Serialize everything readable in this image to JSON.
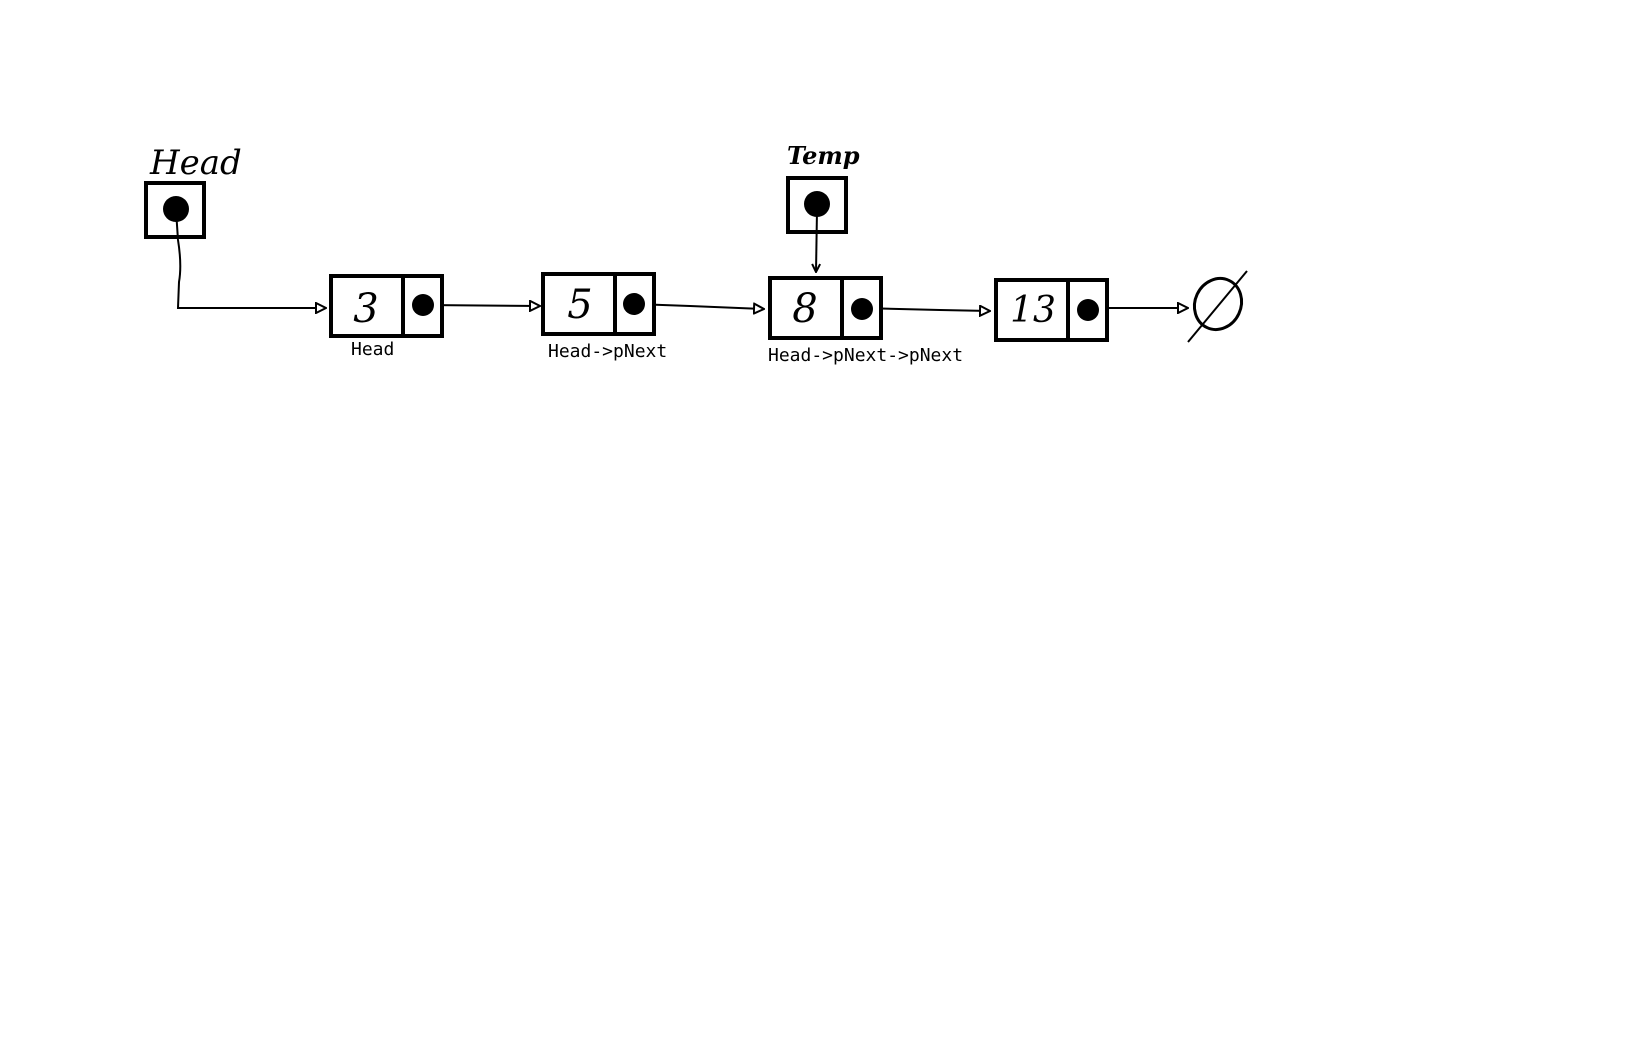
{
  "pointers": {
    "head": {
      "label": "Head"
    },
    "temp": {
      "label": "Temp"
    }
  },
  "nodes": [
    {
      "value": "3",
      "caption": "Head"
    },
    {
      "value": "5",
      "caption": "Head->pNext"
    },
    {
      "value": "8",
      "caption": "Head->pNext->pNext"
    },
    {
      "value": "13",
      "caption": ""
    }
  ],
  "null_terminator": {
    "symbol": "null-icon"
  },
  "colors": {
    "ink": "#000000",
    "background": "#ffffff"
  }
}
